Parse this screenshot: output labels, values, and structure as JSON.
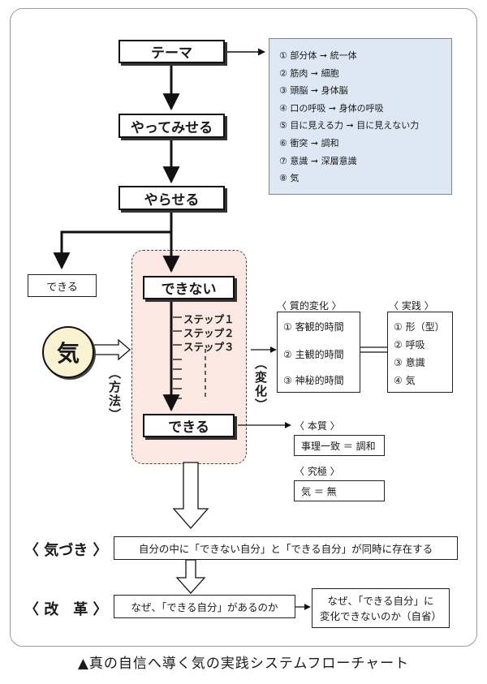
{
  "flow": {
    "theme": "テーマ",
    "yatte_miseru": "やってみせる",
    "yaraseru": "やらせる",
    "dekiru_left": "できる",
    "dekinai": "できない",
    "dekiru_main": "できる",
    "ki": "気",
    "method_label": "（方法）",
    "change_label": "（変化）",
    "steps": [
      "ステップ１",
      "ステップ２",
      "ステップ３"
    ]
  },
  "theme_list": [
    "① 部分体 ➞ 統一体",
    "② 筋肉 ➞ 細胞",
    "③ 頭脳 ➞ 身体脳",
    "④ 口の呼吸 ➞ 身体の呼吸",
    "⑤ 目に見える力 ➞ 目に見えない力",
    "⑥ 衝突 ➞ 調和",
    "⑦ 意識 ➞ 深層意識",
    "⑧ 気"
  ],
  "qualitative_change": {
    "title": "〈 質的変化 〉",
    "items": [
      "① 客観的時間",
      "② 主観的時間",
      "③ 神秘的時間"
    ]
  },
  "practice": {
    "title": "〈 実践 〉",
    "items": [
      "① 形（型）",
      "② 呼吸",
      "③ 意識",
      "④ 気"
    ]
  },
  "essence": {
    "title": "〈 本質 〉",
    "text": "事理一致 ＝ 調和"
  },
  "ultimate": {
    "title": "〈 究極 〉",
    "text": "気 ＝ 無"
  },
  "awareness": {
    "label": "〈 気づき 〉",
    "text": "自分の中に「できない自分」と「できる自分」が同時に存在する"
  },
  "reform": {
    "label": "〈 改　革 〉",
    "text": "なぜ、「できる自分」があるのか",
    "result_line1": "なぜ、「できる自分」に",
    "result_line2": "変化できないのか（自省）"
  },
  "caption": "▲真の自信へ導く気の実践システムフローチャート"
}
